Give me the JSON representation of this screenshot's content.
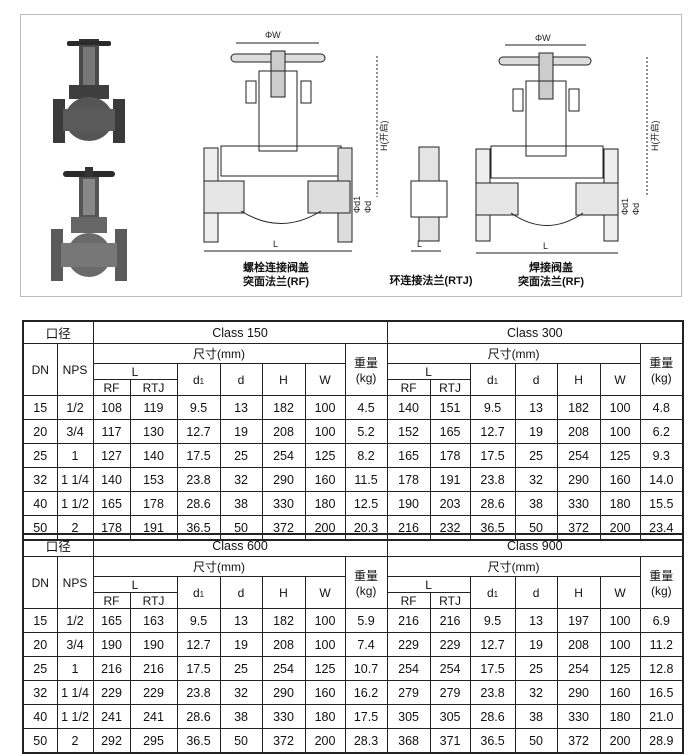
{
  "diagram": {
    "phi_w": "ΦW",
    "h_open": "H(开启)",
    "l": "L",
    "phi_d1": "Φd1",
    "phi_d": "Φd",
    "caption_bolted": [
      "螺栓连接阀盖",
      "突面法兰(RF)"
    ],
    "caption_rtj": "环连接法兰(RTJ)",
    "caption_welded": [
      "焊接阀盖",
      "突面法兰(RF)"
    ]
  },
  "headers": {
    "bore": "口径",
    "dn": "DN",
    "nps": "NPS",
    "dims": "尺寸(mm)",
    "weight": "重量",
    "weight_unit": "(kg)",
    "l": "L",
    "rf": "RF",
    "rtj": "RTJ",
    "d1": "d",
    "d1_sub": "1",
    "d": "d",
    "h": "H",
    "w": "W"
  },
  "tables": [
    {
      "classes": [
        "Class 150",
        "Class 300"
      ],
      "rows": [
        {
          "dn": "15",
          "nps": "1/2",
          "a": [
            "108",
            "119",
            "9.5",
            "13",
            "182",
            "100",
            "4.5"
          ],
          "b": [
            "140",
            "151",
            "9.5",
            "13",
            "182",
            "100",
            "4.8"
          ]
        },
        {
          "dn": "20",
          "nps": "3/4",
          "a": [
            "117",
            "130",
            "12.7",
            "19",
            "208",
            "100",
            "5.2"
          ],
          "b": [
            "152",
            "165",
            "12.7",
            "19",
            "208",
            "100",
            "6.2"
          ]
        },
        {
          "dn": "25",
          "nps": "1",
          "a": [
            "127",
            "140",
            "17.5",
            "25",
            "254",
            "125",
            "8.2"
          ],
          "b": [
            "165",
            "178",
            "17.5",
            "25",
            "254",
            "125",
            "9.3"
          ]
        },
        {
          "dn": "32",
          "nps": "1 1/4",
          "a": [
            "140",
            "153",
            "23.8",
            "32",
            "290",
            "160",
            "11.5"
          ],
          "b": [
            "178",
            "191",
            "23.8",
            "32",
            "290",
            "160",
            "14.0"
          ]
        },
        {
          "dn": "40",
          "nps": "1 1/2",
          "a": [
            "165",
            "178",
            "28.6",
            "38",
            "330",
            "180",
            "12.5"
          ],
          "b": [
            "190",
            "203",
            "28.6",
            "38",
            "330",
            "180",
            "15.5"
          ]
        },
        {
          "dn": "50",
          "nps": "2",
          "a": [
            "178",
            "191",
            "36.5",
            "50",
            "372",
            "200",
            "20.3"
          ],
          "b": [
            "216",
            "232",
            "36.5",
            "50",
            "372",
            "200",
            "23.4"
          ]
        }
      ]
    },
    {
      "classes": [
        "Class 600",
        "Class 900"
      ],
      "rows": [
        {
          "dn": "15",
          "nps": "1/2",
          "a": [
            "165",
            "163",
            "9.5",
            "13",
            "182",
            "100",
            "5.9"
          ],
          "b": [
            "216",
            "216",
            "9.5",
            "13",
            "197",
            "100",
            "6.9"
          ]
        },
        {
          "dn": "20",
          "nps": "3/4",
          "a": [
            "190",
            "190",
            "12.7",
            "19",
            "208",
            "100",
            "7.4"
          ],
          "b": [
            "229",
            "229",
            "12.7",
            "19",
            "208",
            "100",
            "11.2"
          ]
        },
        {
          "dn": "25",
          "nps": "1",
          "a": [
            "216",
            "216",
            "17.5",
            "25",
            "254",
            "125",
            "10.7"
          ],
          "b": [
            "254",
            "254",
            "17.5",
            "25",
            "254",
            "125",
            "12.8"
          ]
        },
        {
          "dn": "32",
          "nps": "1 1/4",
          "a": [
            "229",
            "229",
            "23.8",
            "32",
            "290",
            "160",
            "16.2"
          ],
          "b": [
            "279",
            "279",
            "23.8",
            "32",
            "290",
            "160",
            "16.5"
          ]
        },
        {
          "dn": "40",
          "nps": "1 1/2",
          "a": [
            "241",
            "241",
            "28.6",
            "38",
            "330",
            "180",
            "17.5"
          ],
          "b": [
            "305",
            "305",
            "28.6",
            "38",
            "330",
            "180",
            "21.0"
          ]
        },
        {
          "dn": "50",
          "nps": "2",
          "a": [
            "292",
            "295",
            "36.5",
            "50",
            "372",
            "200",
            "28.3"
          ],
          "b": [
            "368",
            "371",
            "36.5",
            "50",
            "372",
            "200",
            "28.9"
          ]
        }
      ]
    }
  ]
}
